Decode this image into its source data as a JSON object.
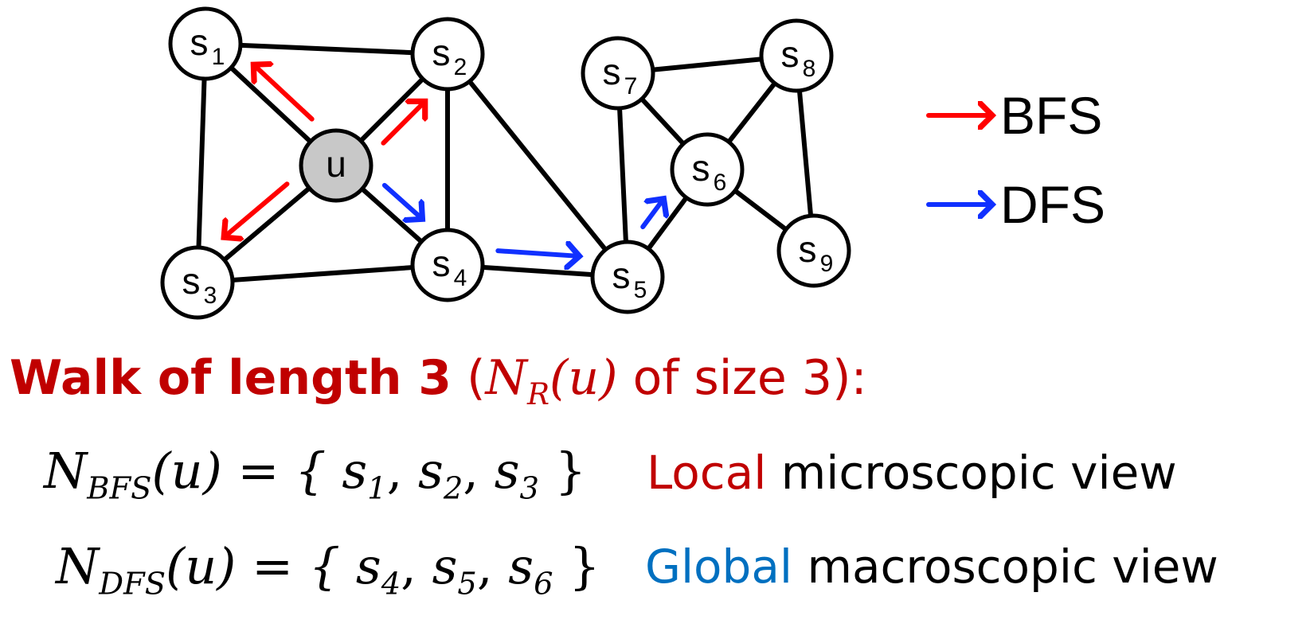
{
  "graph": {
    "nodes": [
      {
        "id": "u",
        "label": "u",
        "sub": "",
        "highlight": true
      },
      {
        "id": "s1",
        "label": "s",
        "sub": "1"
      },
      {
        "id": "s2",
        "label": "s",
        "sub": "2"
      },
      {
        "id": "s3",
        "label": "s",
        "sub": "3"
      },
      {
        "id": "s4",
        "label": "s",
        "sub": "4"
      },
      {
        "id": "s5",
        "label": "s",
        "sub": "5"
      },
      {
        "id": "s6",
        "label": "s",
        "sub": "6"
      },
      {
        "id": "s7",
        "label": "s",
        "sub": "7"
      },
      {
        "id": "s8",
        "label": "s",
        "sub": "8"
      },
      {
        "id": "s9",
        "label": "s",
        "sub": "9"
      }
    ],
    "edges": [
      [
        "s1",
        "s2"
      ],
      [
        "s1",
        "u"
      ],
      [
        "s1",
        "s3"
      ],
      [
        "s2",
        "u"
      ],
      [
        "s2",
        "s4"
      ],
      [
        "s2",
        "s5"
      ],
      [
        "u",
        "s3"
      ],
      [
        "u",
        "s4"
      ],
      [
        "s3",
        "s4"
      ],
      [
        "s4",
        "s5"
      ],
      [
        "s5",
        "s7"
      ],
      [
        "s5",
        "s6"
      ],
      [
        "s7",
        "s8"
      ],
      [
        "s7",
        "s6"
      ],
      [
        "s8",
        "s6"
      ],
      [
        "s8",
        "s9"
      ],
      [
        "s6",
        "s9"
      ]
    ],
    "bfs_walk": [
      [
        "u",
        "s1"
      ],
      [
        "u",
        "s2"
      ],
      [
        "u",
        "s3"
      ]
    ],
    "dfs_walk": [
      [
        "u",
        "s4"
      ],
      [
        "s4",
        "s5"
      ],
      [
        "s5",
        "s6"
      ]
    ],
    "node_fill": "#ffffff",
    "highlight_fill": "#c8c8c8"
  },
  "legend": {
    "bfs": {
      "label": "BFS",
      "color": "#ff0000"
    },
    "dfs": {
      "label": "DFS",
      "color": "#1030ff"
    }
  },
  "headline": {
    "bold_text": "Walk of length 3",
    "open": " (",
    "nr_base": "N",
    "nr_sub": "R",
    "nr_arg": "(u)",
    "rest": " of size 3):"
  },
  "bfs_set": {
    "lhs_base": "N",
    "lhs_sub": "BFS",
    "lhs_arg": "(u) = {",
    "items": [
      {
        "base": "s",
        "sub": "1"
      },
      {
        "base": "s",
        "sub": "2"
      },
      {
        "base": "s",
        "sub": "3"
      }
    ],
    "close": "}"
  },
  "dfs_set": {
    "lhs_base": "N",
    "lhs_sub": "DFS",
    "lhs_arg": "(u) = {",
    "items": [
      {
        "base": "s",
        "sub": "4"
      },
      {
        "base": "s",
        "sub": "5"
      },
      {
        "base": "s",
        "sub": "6"
      }
    ],
    "close": "}"
  },
  "local_view": {
    "highlight": "Local",
    "rest": " microscopic view"
  },
  "global_view": {
    "highlight": "Global",
    "rest": " macroscopic view"
  },
  "colors": {
    "red_text": "#c00000",
    "blue_text": "#0070c0"
  }
}
